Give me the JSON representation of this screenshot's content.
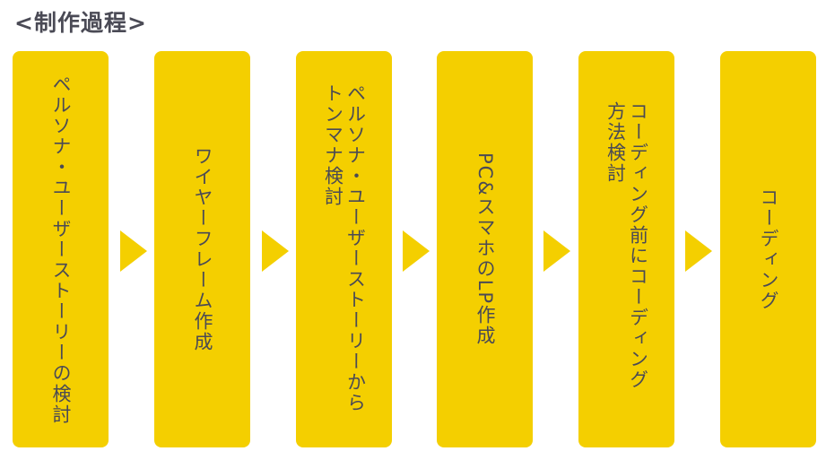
{
  "title": "<制作過程>",
  "colors": {
    "box": "#f4cf00",
    "text": "#4a4a55"
  },
  "steps": [
    {
      "lines": [
        "ペルソナ・ユーザーストーリーの検討"
      ]
    },
    {
      "lines": [
        "ワイヤーフレーム作成"
      ]
    },
    {
      "lines": [
        "ペルソナ・ユーザーストーリーから",
        "トンマナ検討"
      ]
    },
    {
      "lines": [
        "PC&スマホのLP作成"
      ]
    },
    {
      "lines": [
        "コーディング前にコーディング",
        "方法検討"
      ]
    },
    {
      "lines": [
        "コーディング"
      ]
    }
  ]
}
